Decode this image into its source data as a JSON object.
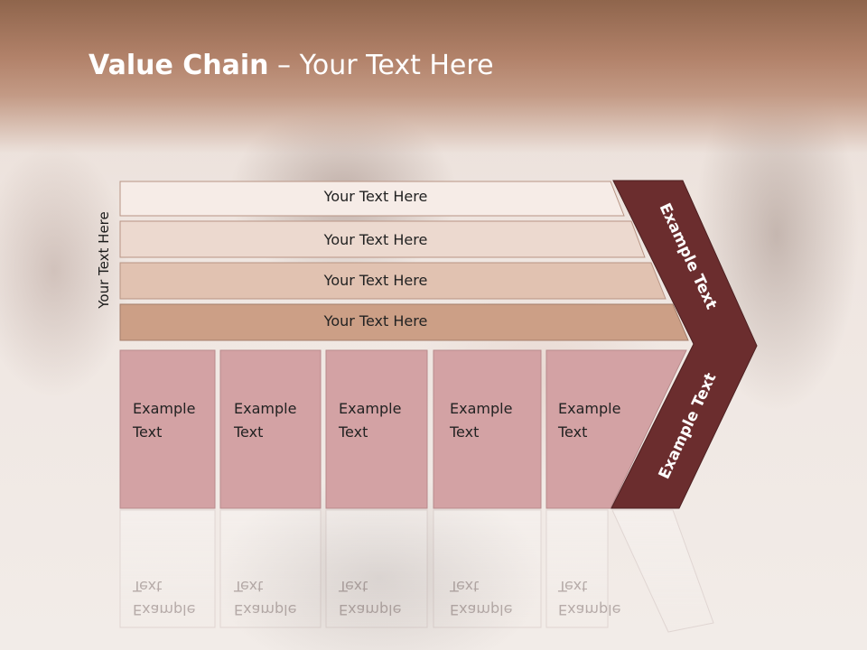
{
  "title": {
    "bold": "Value Chain",
    "rest": " – Your Text Here"
  },
  "side_label": "Your Text Here",
  "rows": [
    {
      "label": "Your Text Here",
      "color": "#f6ece7"
    },
    {
      "label": "Your Text Here",
      "color": "#ecd9cf"
    },
    {
      "label": "Your Text Here",
      "color": "#e1c2b1"
    },
    {
      "label": "Your Text Here",
      "color": "#cc9f86"
    }
  ],
  "boxes": [
    {
      "line1": "Example",
      "line2": "Text"
    },
    {
      "line1": "Example",
      "line2": "Text"
    },
    {
      "line1": "Example",
      "line2": "Text"
    },
    {
      "line1": "Example",
      "line2": "Text"
    },
    {
      "line1": "Example",
      "line2": "Text"
    }
  ],
  "box_color": "#d3a2a4",
  "chevron": {
    "upper_label": "Example Text",
    "lower_label": "Example Text",
    "color": "#6b2d2e"
  }
}
